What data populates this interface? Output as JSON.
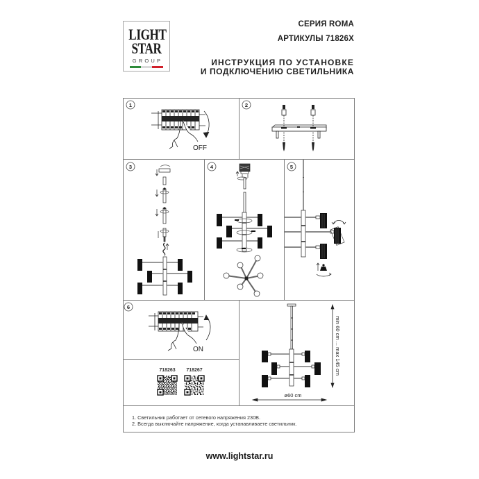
{
  "logo": {
    "line1": "LIGHT",
    "line2": "STAR",
    "line3": "GROUP",
    "flag_colors": [
      "#2e8b3a",
      "#ffffff",
      "#d0202a"
    ]
  },
  "header": {
    "series": "СЕРИЯ ROMA",
    "articles": "АРТИКУЛЫ 71826X",
    "title_line1": "ИНСТРУКЦИЯ ПО УСТАНОВКЕ",
    "title_line2": "И ПОДКЛЮЧЕНИЮ СВЕТИЛЬНИКА"
  },
  "steps": [
    {
      "number": "1",
      "caption": "OFF"
    },
    {
      "number": "2"
    },
    {
      "number": "3"
    },
    {
      "number": "4"
    },
    {
      "number": "5"
    },
    {
      "number": "6",
      "caption": "ON"
    }
  ],
  "qr": {
    "codes": [
      {
        "article": "718263"
      },
      {
        "article": "718267"
      }
    ]
  },
  "dimensions": {
    "height": "min 60 cm ... max 145 cm",
    "diameter": "ø60 cm"
  },
  "notes": [
    "1. Светильник работает от сетевого напряжения 230В.",
    "2. Всегда выключайте напряжение, когда устанавливаете светильник."
  ],
  "footer": {
    "website": "www.lightstar.ru"
  },
  "colors": {
    "frame": "#7d7d7d",
    "ink": "#222222",
    "shade": "#111111"
  }
}
